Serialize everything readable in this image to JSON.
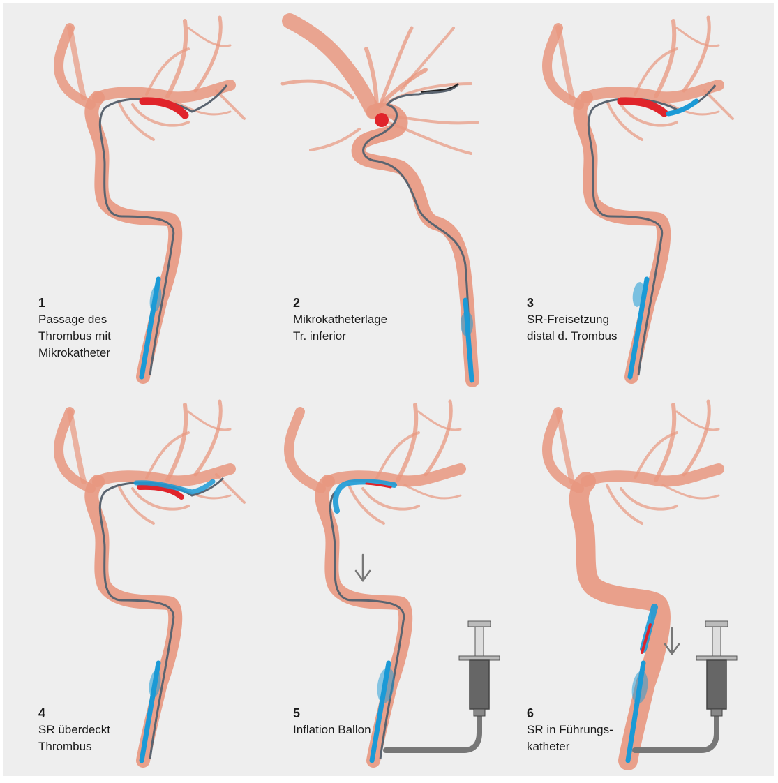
{
  "panels": [
    {
      "number": "1",
      "caption": "Passage des\nThrombus mit\nMikrokatheter"
    },
    {
      "number": "2",
      "caption": "Mikrokatheterlage\nTr. inferior"
    },
    {
      "number": "3",
      "caption": "SR-Freisetzung\ndistal d. Trombus"
    },
    {
      "number": "4",
      "caption": "SR überdeckt\nThrombus"
    },
    {
      "number": "5",
      "caption": "Inflation Ballon"
    },
    {
      "number": "6",
      "caption": "SR in Führungs-\nkatheter"
    }
  ],
  "colors": {
    "background": "#eeeeee",
    "artery": "#e8977f",
    "thrombus": "#e0242b",
    "catheter_blue": "#1b9ad6",
    "microcatheter": "#5a6470",
    "syringe": "#777777"
  },
  "icons": [
    "down-arrow-icon",
    "syringe-icon"
  ]
}
